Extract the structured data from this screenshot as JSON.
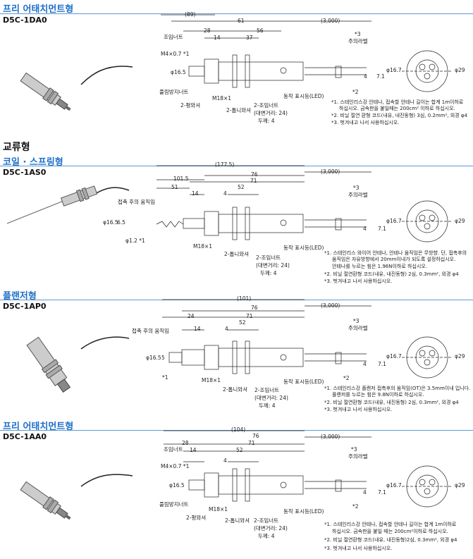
{
  "sections": [
    {
      "title": "프리 어태치먼트형",
      "model": "D5C-1DA0",
      "dims": [
        "(89)",
        "61",
        "(3,000)",
        "28",
        "56",
        "14",
        "37"
      ],
      "labels": {
        "lock_nut": "조임너트",
        "screw": "M4×0.7 *1",
        "dia_left": "φ16.5",
        "fasten_nut": "풀림방지너트",
        "washer2": "2-평와셔",
        "thread": "M18×1",
        "tooth_washer": "2-톱니와셔",
        "nut2": "2-조임너트",
        "nut_spec1": "(대변거리: 24)",
        "nut_spec2": "두께: 4",
        "led": "동작 표시등(LED)",
        "note_mark": "*3",
        "note_mark_label": "주의라벨",
        "star2": "*2",
        "d_right": "φ16.7",
        "d4": "4",
        "d71": "7.1",
        "end_dia": "φ29"
      },
      "notes": [
        "*1. 스테인리스강 안테나, 접속할 안테나 길이는 합계 1m이하로",
        "하십시오. 금속판을 붙일때는 200cm² 이하로 하십시오.",
        "*2. 비닐 절연 환형 코드(내유, 내진동형) 3심, 0.2mm², 외경 φ4",
        "*3. 벗겨내고 나서 사용하십시오."
      ]
    },
    {
      "group": "교류형",
      "title": "코일 · 스프링형",
      "model": "D5C-1AS0",
      "dims": [
        "(177.5)",
        "101.5",
        "76",
        "(3,000)",
        "51",
        "71",
        "14",
        "52",
        "4"
      ],
      "labels": {
        "contact": "접촉 후의 움직임",
        "dia_left": "φ16.5",
        "d65": "6.5",
        "d12": "φ1.2 *1",
        "thread": "M18×1",
        "tooth_washer": "2-톱니와셔",
        "nut2": "2-조임너트",
        "nut_spec1": "(대변거리: 24)",
        "nut_spec2": "두께: 4",
        "led": "동작 표시등(LED)",
        "note_mark": "*3",
        "note_mark_label": "주의라벨",
        "d_right": "φ16.7",
        "d4": "4",
        "d71": "7.1",
        "end_dia": "φ29"
      },
      "notes": [
        "*1. 스테인리스 와이어 안테나, 안테나 움직임은 무방향. 단, 접촉후의",
        "움직임은 자유방향에서 20mm이내가 되도록 설정하십시오.",
        "안테나를 누르는 힘은 1.96N이하로 하십시오.",
        "*2. 비닐 절연환형 코드(내유, 내진동형) 2심, 0.3mm², 외경 φ4",
        "*3. 벗겨내고 나서 사용하십시오."
      ]
    },
    {
      "title": "플랜저형",
      "model": "D5C-1AP0",
      "dims": [
        "(101)",
        "76",
        "(3,000)",
        "24",
        "71",
        "14",
        "52",
        "4"
      ],
      "labels": {
        "contact": "접촉 후의 움직임",
        "dia_left": "φ16.5",
        "d5": "5",
        "star1": "*1",
        "thread": "M18×1",
        "tooth_washer": "2-톱니와셔",
        "nut2": "2-조임너트",
        "nut_spec1": "(대변거리: 24)",
        "nut_spec2": "두께: 4",
        "led": "동작 표시등(LED)",
        "note_mark": "*3",
        "note_mark_label": "주의라벨",
        "star2": "*2",
        "d_right": "φ16.7",
        "d4": "4",
        "d71": "7.1",
        "end_dia": "φ29"
      },
      "notes": [
        "*1. 스테인리스강 플랜저 접촉후의 움직임(OT)은 3.5mm이내 입니다.",
        "플랜저를 누르는 힘은 9.8N이하로 하십시오.",
        "*2. 비닐 절연환형 코드(내유, 내진동형) 2심, 0.3mm², 외경 φ4",
        "*3. 벗겨내고 나서 사용하십시오."
      ]
    },
    {
      "title": "프리 어태치먼트형",
      "model": "D5C-1AA0",
      "dims": [
        "(104)",
        "76",
        "(3,000)",
        "28",
        "71",
        "14",
        "52",
        "4"
      ],
      "labels": {
        "lock_nut": "조임너트",
        "screw": "M4×0.7 *1",
        "dia_left": "φ16.5",
        "fasten_nut": "풀림방지너트",
        "washer2": "2-평와셔",
        "thread": "M18×1",
        "tooth_washer": "2-톱니와셔",
        "nut2": "2-조임너트",
        "nut_spec1": "(대변거리: 24)",
        "nut_spec2": "두께: 4",
        "led": "동작 표시등(LED)",
        "note_mark": "*3",
        "note_mark_label": "주의라벨",
        "star2": "*2",
        "d_right": "φ16.7",
        "d4": "4",
        "d71": "7.1",
        "end_dia": "φ29"
      },
      "notes": [
        "*1. 스테인리스강 안테나, 접속할 안테나 길이는 합계 1m이하로",
        "하십시오. 금속판을 붙일 때는 200cm²이하로 하십시오.",
        "*2. 비닐 절연환형 코드(내유, 내진동형)2심, 0.3mm², 외경 φ4",
        "*3. 벗겨내고 나서 사용하십시오."
      ]
    }
  ]
}
